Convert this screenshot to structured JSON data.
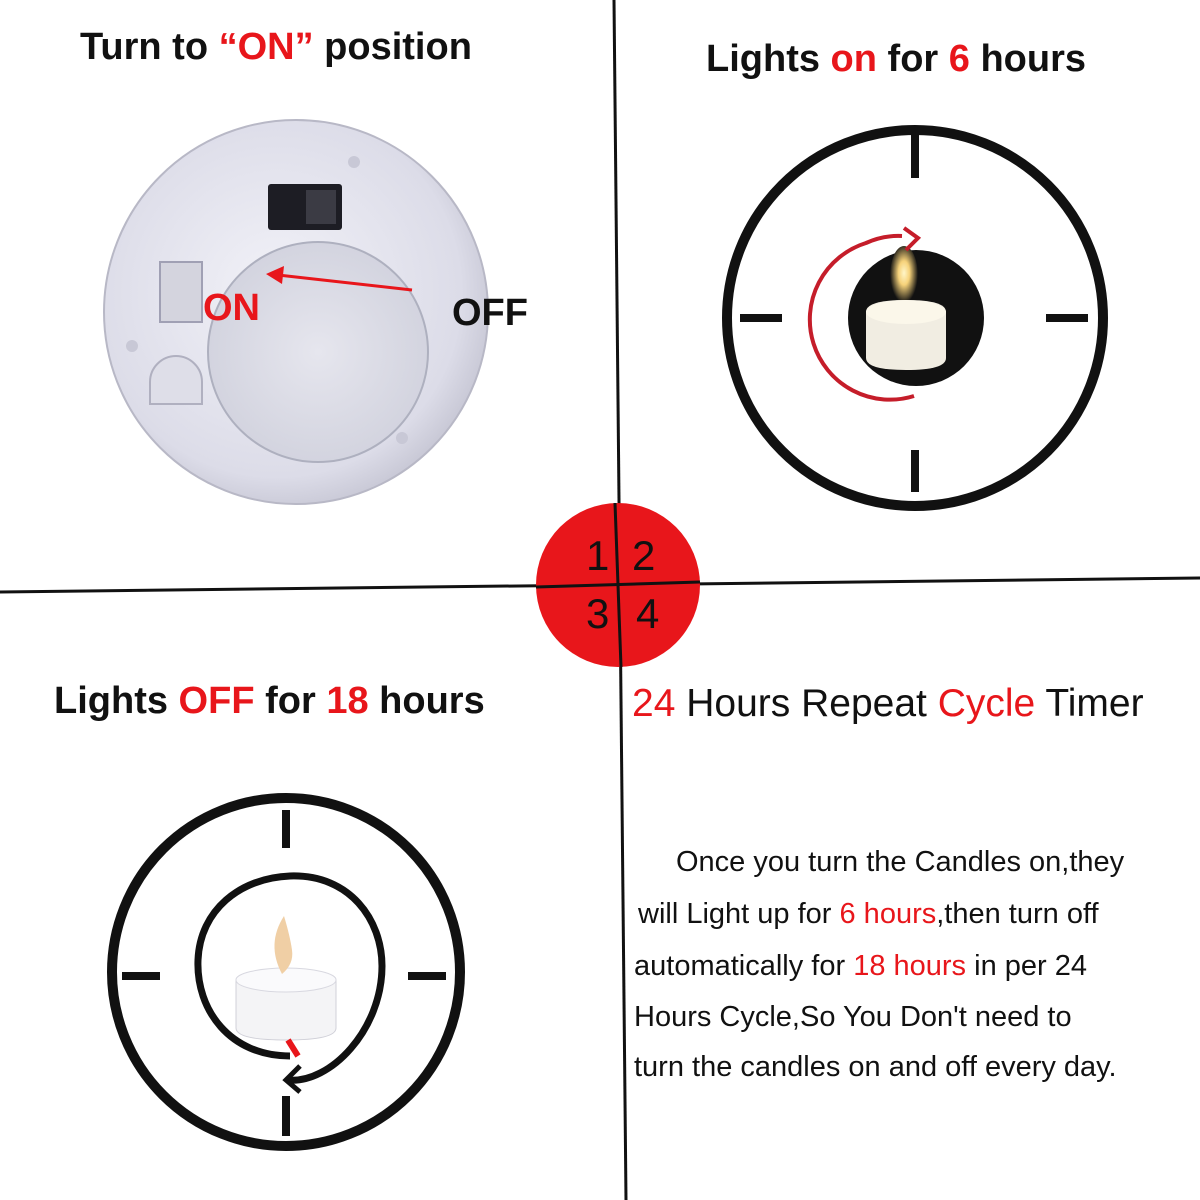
{
  "quadrants": {
    "q1": {
      "title_parts": [
        "Turn to ",
        "“ON”",
        " position"
      ],
      "on_label": "ON",
      "off_label": "OFF"
    },
    "q2": {
      "title_parts": [
        "Lights ",
        "on",
        " for ",
        "6",
        " hours"
      ]
    },
    "q3": {
      "title_parts": [
        "Lights ",
        "OFF",
        " for ",
        "18",
        " hours"
      ]
    },
    "q4": {
      "title_parts": [
        "24",
        " Hours Repeat ",
        "Cycle",
        " Timer"
      ],
      "description": {
        "line1": "Once you turn the Candles on,they",
        "line2_parts": [
          "will Light up for ",
          "6 hours",
          ",then turn off"
        ],
        "line3_parts": [
          "automatically for ",
          "18 hours",
          " in per 24"
        ],
        "line4": "Hours Cycle,So You Don't need to",
        "line5": "turn the candles on and off every day."
      }
    }
  },
  "badge": {
    "numbers": [
      "1",
      "2",
      "3",
      "4"
    ],
    "color": "#e8161b"
  },
  "colors": {
    "accent": "#e8161b",
    "text": "#111111",
    "line": "#111111"
  }
}
